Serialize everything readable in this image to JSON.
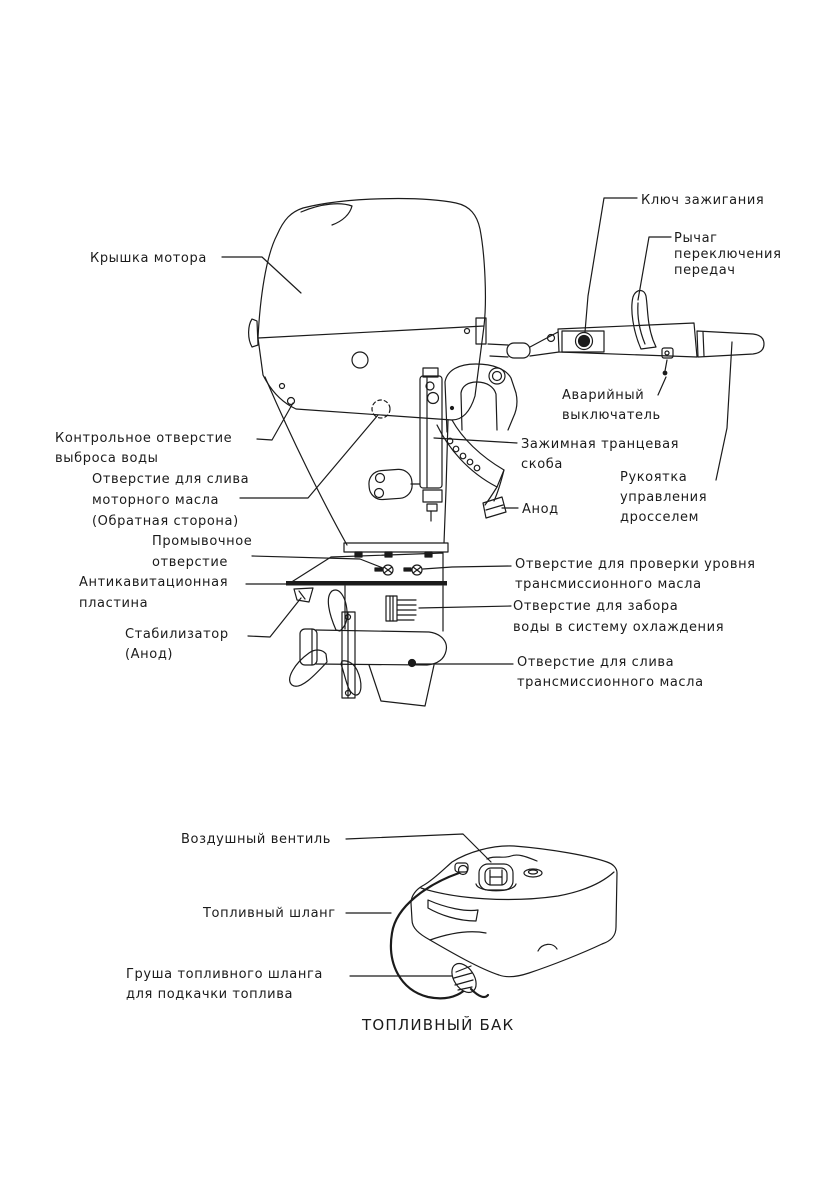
{
  "page": {
    "background": "#ffffff",
    "ink": "#1b1b1b"
  },
  "motor": {
    "labels": {
      "engine_cover": [
        "Крышка мотора"
      ],
      "water_check_hole": [
        "Контрольное отверстие",
        "выброса воды"
      ],
      "motor_oil_drain_hole": [
        "Отверстие для слива",
        "моторного масла",
        "(Обратная сторона)"
      ],
      "flush_hole": [
        "Промывочное",
        "отверстие"
      ],
      "anticavitation_plate": [
        "Антикавитационная",
        "пластина"
      ],
      "stabilizer_anode": [
        "Стабилизатор",
        "(Анод)"
      ],
      "ignition_key": [
        "Ключ зажигания"
      ],
      "gear_shift_lever": [
        "Рычаг",
        "переключения",
        "передач"
      ],
      "emergency_switch": [
        "Аварийный",
        "выключатель"
      ],
      "transom_clamp_bracket": [
        "Зажимная транцевая",
        "скоба"
      ],
      "anode": [
        "Анод"
      ],
      "throttle_grip": [
        "Рукоятка",
        "управления",
        "дросселем"
      ],
      "gear_oil_level_hole": [
        "Отверстие для проверки уровня",
        "трансмиссионного масла"
      ],
      "water_intake_hole": [
        "Отверстие для забора",
        "воды в  систему охлаждения"
      ],
      "gear_oil_drain_hole": [
        "Отверстие для слива",
        "трансмиссионного масла"
      ]
    }
  },
  "fuel_tank": {
    "labels": {
      "air_valve": [
        "Воздушный вентиль"
      ],
      "fuel_hose": [
        "Топливный шланг"
      ],
      "primer_bulb": [
        "Груша топливного шланга",
        "для подкачки топлива"
      ]
    },
    "caption": "ТОПЛИВНЫЙ БАК"
  }
}
